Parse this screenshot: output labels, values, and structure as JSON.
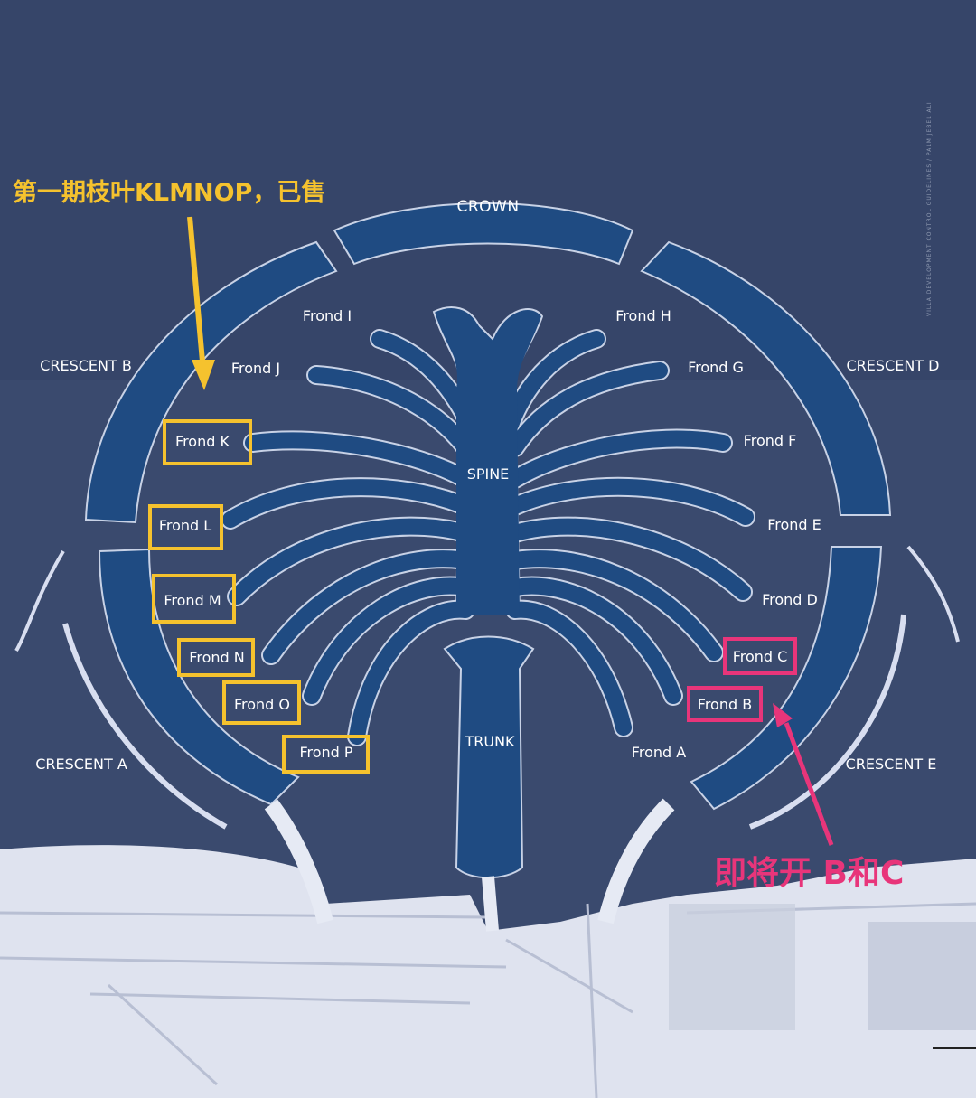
{
  "map": {
    "crown": "CROWN",
    "spine": "SPINE",
    "trunk": "TRUNK",
    "crescents": {
      "a": "CRESCENT A",
      "b": "CRESCENT B",
      "d": "CRESCENT D",
      "e": "CRESCENT E"
    },
    "fronds": {
      "a": "Frond A",
      "b": "Frond B",
      "c": "Frond C",
      "d": "Frond D",
      "e": "Frond E",
      "f": "Frond F",
      "g": "Frond G",
      "h": "Frond H",
      "i": "Frond I",
      "j": "Frond J",
      "k": "Frond K",
      "l": "Frond L",
      "m": "Frond M",
      "n": "Frond N",
      "o": "Frond O",
      "p": "Frond P"
    },
    "side_caption": "VILLA DEVELOPMENT CONTROL GUIDELINES  /  PALM JEBEL ALI"
  },
  "annotations": {
    "sold": "第一期枝叶KLMNOP，已售",
    "upcoming": "即将开 B和C"
  },
  "colors": {
    "sea": "#3a4a6e",
    "land_blue": "#1f4b82",
    "outline": "#c8d2e6",
    "sold_highlight": "#f5c22e",
    "upcoming_highlight": "#e8357a"
  }
}
